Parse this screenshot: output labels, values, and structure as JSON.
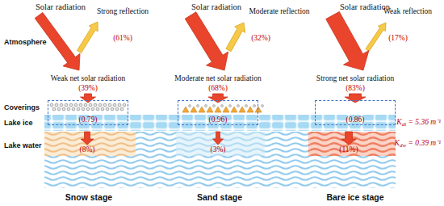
{
  "diagram": {
    "nodes": [
      {
        "text": [
          "(0.79)"
        ]
      },
      {
        "text": [
          "(0.96)"
        ]
      },
      {
        "text": [
          "(0.86)"
        ]
      }
    ],
    "labels": [
      "Solar radiation",
      "Solar radiation",
      "Solar radiation",
      "Atmosphere",
      "Strong reflection",
      "(61%)",
      "Moderate reflection",
      "(32%)",
      "Weak reflection",
      "(17%)",
      "Weak net solar radiation",
      "(39%)",
      "Moderate net solar radiation",
      "(68%)",
      "Strong net solar radiation",
      "(83%)",
      "Coverings",
      "Lake ice",
      "Kdi = 5.36 m⁻¹",
      "Lake water",
      "(8%)",
      "(3%)",
      "(11%)",
      "Kdw = 0.39 m⁻¹",
      "Snow stage",
      "Sand stage",
      "Bare ice stage"
    ]
  }
}
